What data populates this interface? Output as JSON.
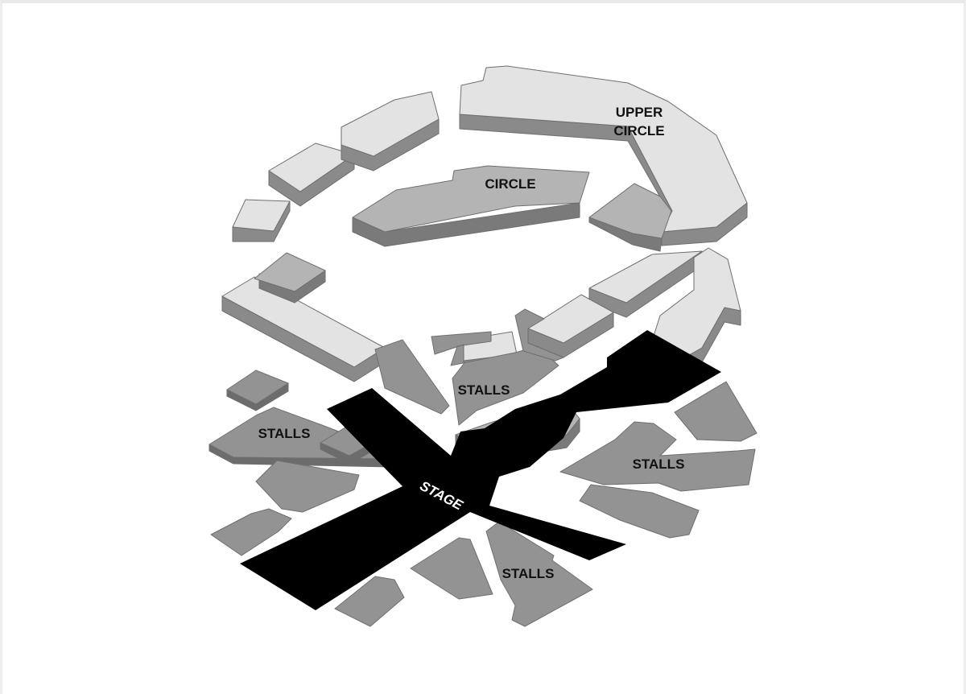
{
  "labels": {
    "upper_circle_line1": "UPPER",
    "upper_circle_line2": "CIRCLE",
    "circle": "CIRCLE",
    "stalls_center": "STALLS",
    "stalls_left": "STALLS",
    "stalls_right": "STALLS",
    "stalls_front": "STALLS",
    "stage": "STAGE"
  },
  "colors": {
    "upper_top": "#e3e3e3",
    "upper_side": "#8a8a8a",
    "circle_top": "#b4b4b4",
    "circle_side": "#7a7a7a",
    "stalls_top": "#939393",
    "stalls_side": "#6c6c6c",
    "stage": "#000000",
    "background": "#ffffff"
  }
}
